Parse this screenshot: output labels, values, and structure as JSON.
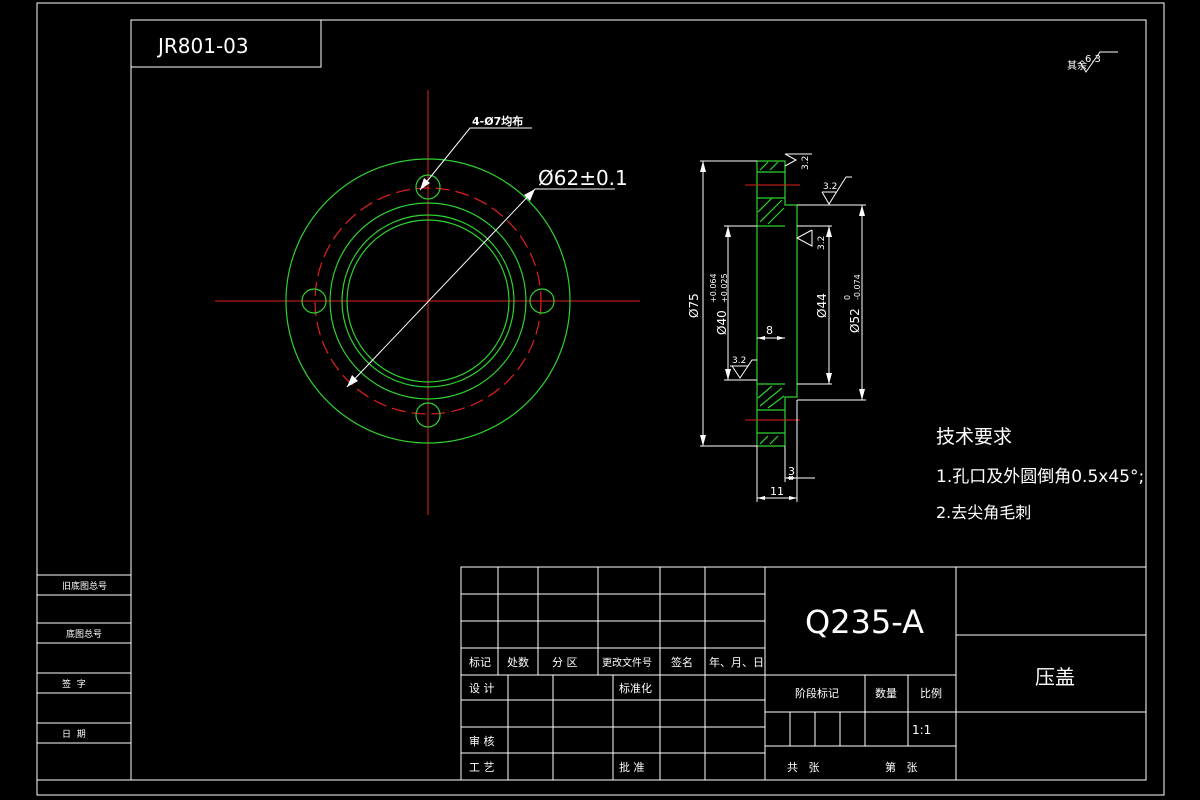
{
  "drawing": {
    "number": "JR801-03",
    "surface_note": "其余",
    "roughness_general": "6.3",
    "front_view": {
      "hole_note": "4-Ø7均布",
      "pcd": "Ø62±0.1"
    },
    "section_view": {
      "dim_outer": "Ø75",
      "dim_bore": "Ø40+0.064+0.025",
      "dim_bore_main": "Ø40",
      "dim_bore_upper": "+0.064",
      "dim_bore_lower": "+0.025",
      "dim_inner": "Ø44",
      "dim_spigot": "Ø52",
      "dim_spigot_upper": "0",
      "dim_spigot_lower": "-0.074",
      "dim_depth": "8",
      "dim_step": "3",
      "dim_thickness": "11",
      "roughness_a": "3.2",
      "roughness_b": "3.2",
      "roughness_c": "3.2",
      "roughness_d": "3.2"
    },
    "tech_requirements": {
      "title": "技术要求",
      "item1": "1.孔口及外圆倒角0.5x45°;",
      "item2": "2.去尖角毛刺"
    },
    "left_strip": {
      "row1": "旧底图总号",
      "row2": "底图总号",
      "row3": "签  字",
      "row4": "日  期"
    },
    "title_block": {
      "material": "Q235-A",
      "part_name": "压盖",
      "hdr_mark": "标记",
      "hdr_count": "处数",
      "hdr_zone": "分 区",
      "hdr_doc": "更改文件号",
      "hdr_sign": "签名",
      "hdr_date": "年、月、日",
      "design": "设 计",
      "standard": "标准化",
      "review": "审 核",
      "process": "工 艺",
      "approve": "批 准",
      "stage": "阶段标记",
      "weight": "数量",
      "scale": "比例",
      "scale_value": "1:1",
      "sheets_total": "共   张",
      "sheet_no": "第   张"
    }
  },
  "colors": {
    "background": "#000000",
    "frame": "#ffffff",
    "geometry": "#2fd12f",
    "centerline": "#e0201e"
  }
}
